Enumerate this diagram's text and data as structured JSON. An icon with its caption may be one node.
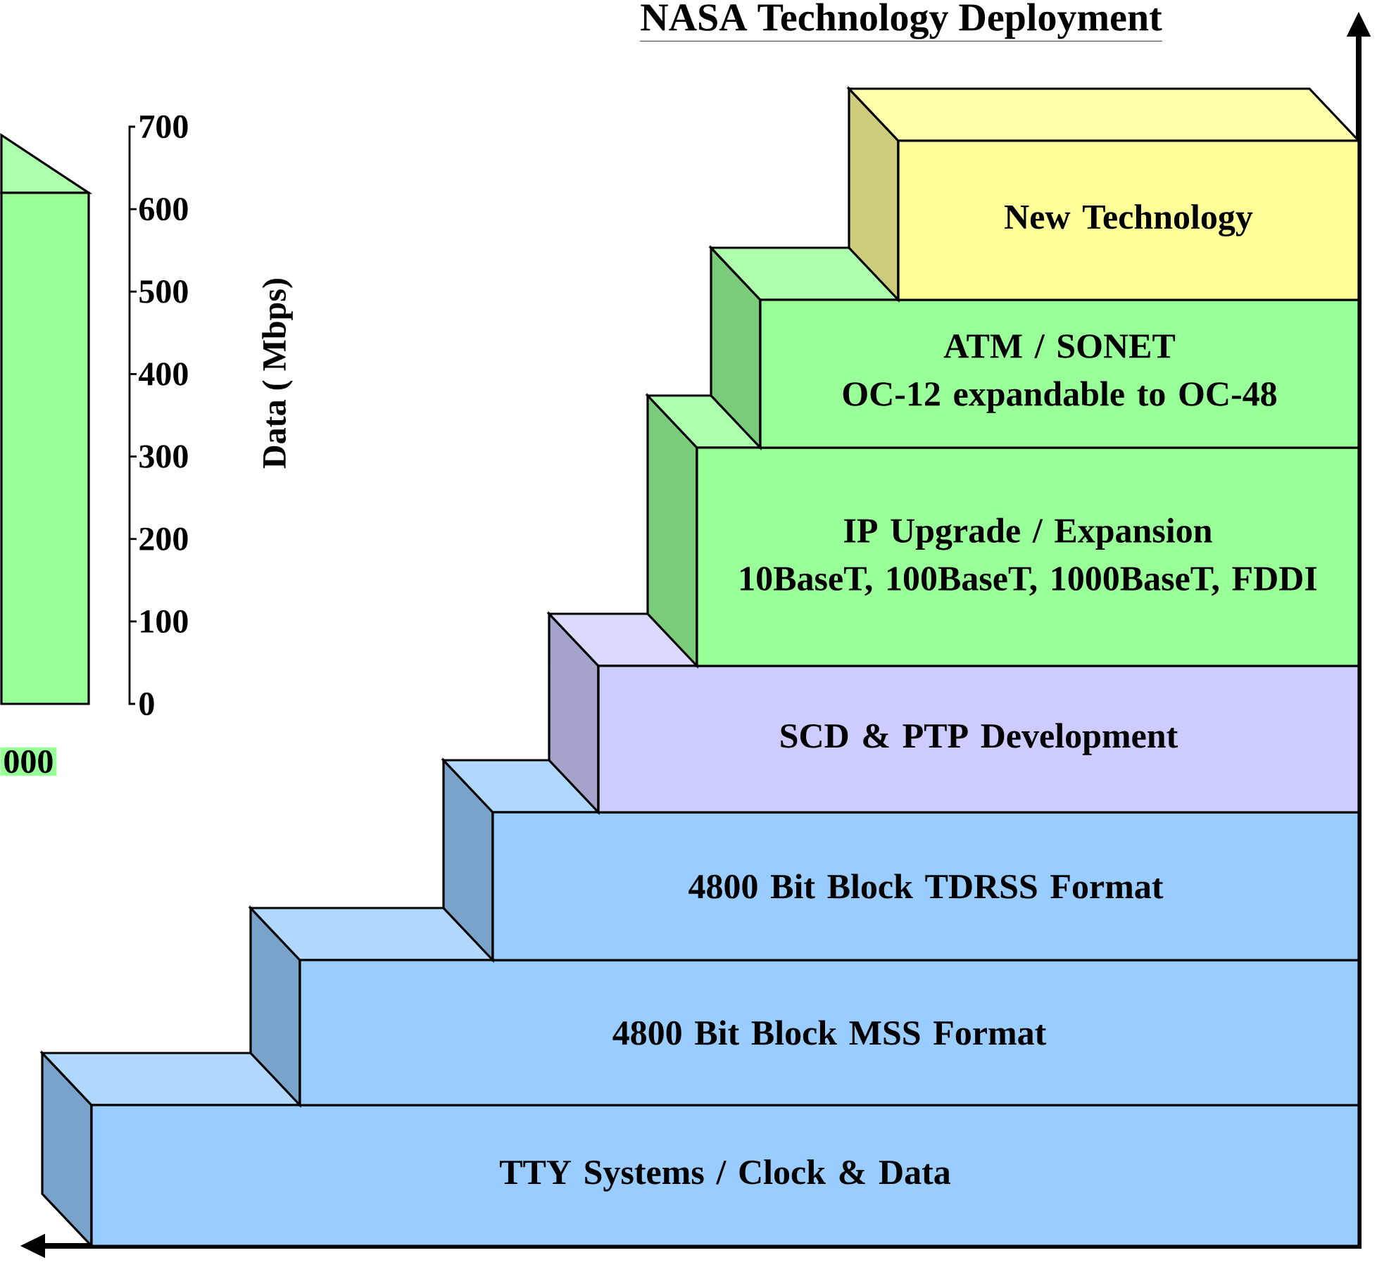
{
  "diagram": {
    "title": "NASA Technology Deployment",
    "nodes": [
      {
        "text": [
          "New Technology"
        ]
      },
      {
        "text": [
          "ATM / SONET",
          "OC-12 expandable to OC-48"
        ]
      },
      {
        "text": [
          "IP Upgrade / Expansion",
          "10BaseT, 100BaseT, 1000BaseT, FDDI"
        ]
      },
      {
        "text": [
          "SCD & PTP Development"
        ]
      },
      {
        "text": [
          "4800 Bit Block TDRSS Format"
        ]
      },
      {
        "text": [
          "4800 Bit Block MSS Format"
        ]
      },
      {
        "text": [
          "TTY Systems / Clock & Data"
        ]
      },
      {
        "text": [],
        "shape": "bar",
        "beside": [
          "000"
        ]
      }
    ],
    "edges": [],
    "labels": [
      "700",
      "600",
      "500",
      "400",
      "300",
      "200",
      "100",
      "0",
      "Data ( Mbps)"
    ]
  }
}
